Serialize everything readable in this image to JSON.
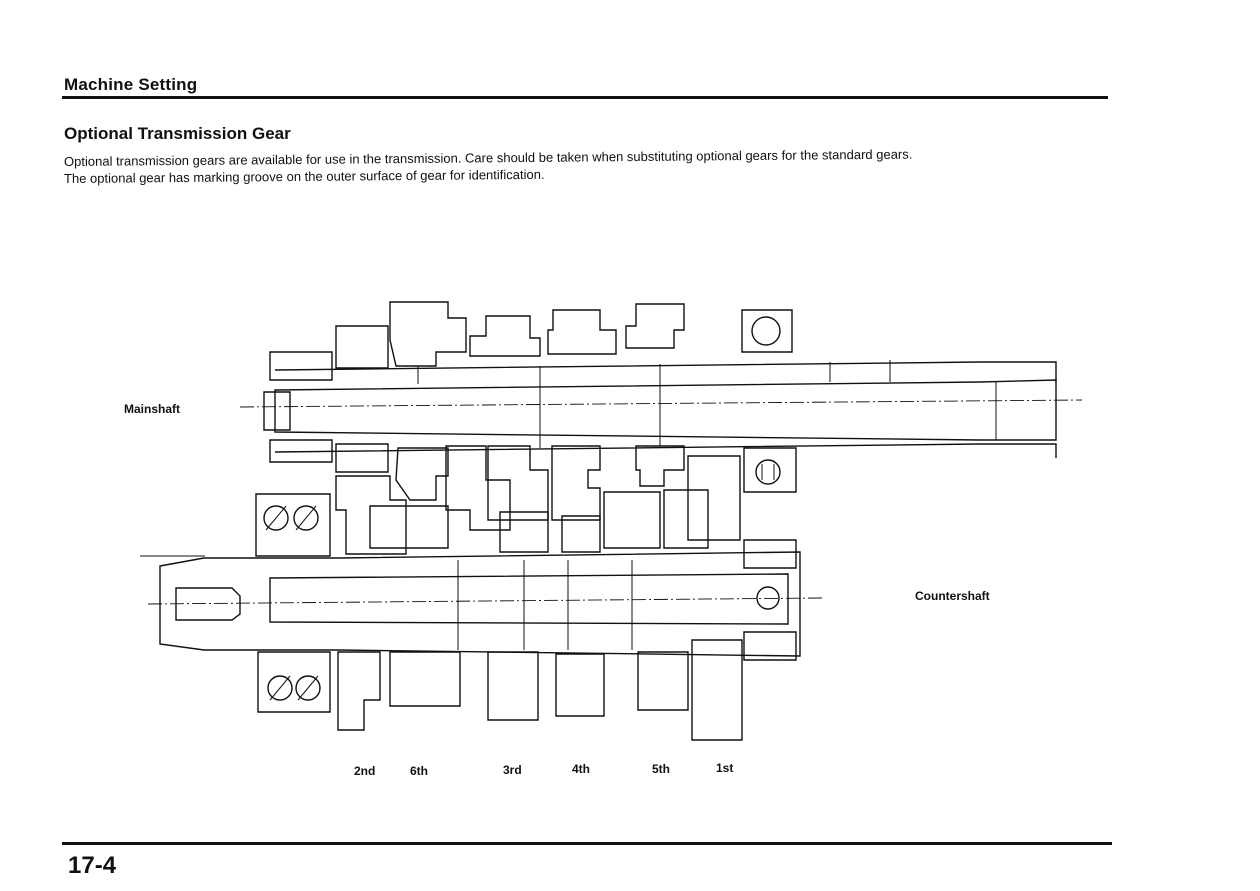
{
  "header": {
    "section_title": "Machine Setting"
  },
  "page": {
    "title": "Optional Transmission Gear",
    "body_lines": [
      "Optional transmission gears are available for use in the transmission.  Care should be taken when substituting optional gears for the standard gears.",
      "The optional gear has marking groove on the outer surface of gear for identification."
    ],
    "page_number": "17-4"
  },
  "diagram": {
    "shaft_labels": {
      "mainshaft": "Mainshaft",
      "countershaft": "Countershaft"
    },
    "gear_labels": [
      "2nd",
      "6th",
      "3rd",
      "4th",
      "5th",
      "1st"
    ]
  }
}
